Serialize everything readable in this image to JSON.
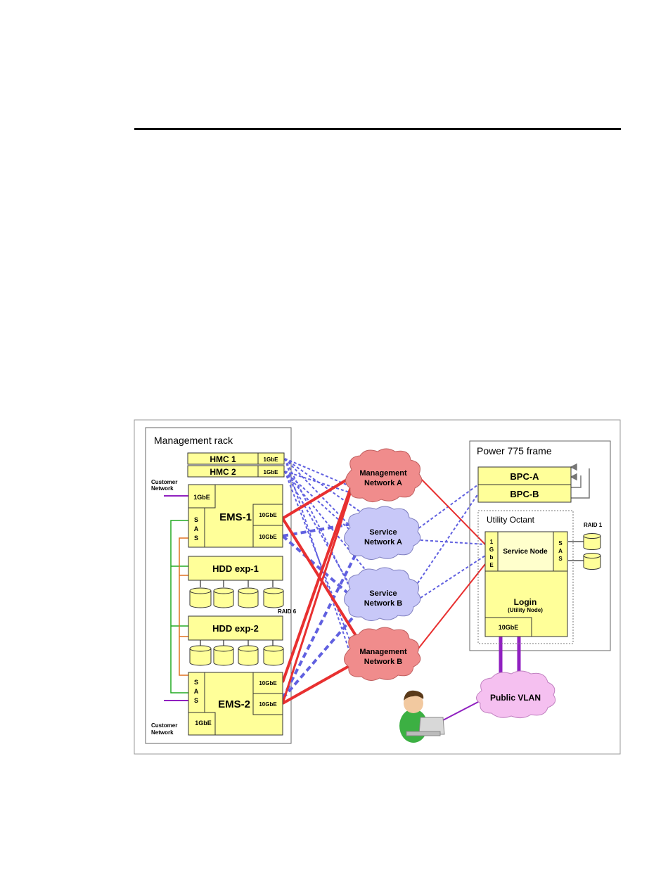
{
  "labels": {
    "management_rack": "Management rack",
    "power_frame": "Power 775 frame",
    "hmc1": "HMC 1",
    "hmc2": "HMC 2",
    "gbe1": "1GbE",
    "gbe10": "10GbE",
    "ems1": "EMS-1",
    "ems2": "EMS-2",
    "sas": "S A S",
    "sas_short": "SAS",
    "hdd1": "HDD exp-1",
    "hdd2": "HDD exp-2",
    "raid6": "RAID 6",
    "raid1": "RAID 1",
    "customer_network_1": "Customer",
    "customer_network_2": "Network",
    "bpc_a": "BPC-A",
    "bpc_b": "BPC-B",
    "utility_octant": "Utility Octant",
    "service_node": "Service Node",
    "vertical_gbe": "1 G b E",
    "login": "Login",
    "utility_node": "(Utility Node)"
  },
  "clouds": {
    "mgmt_a_line1": "Management",
    "mgmt_a_line2": "Network A",
    "svc_a_line1": "Service",
    "svc_a_line2": "Network A",
    "svc_b_line1": "Service",
    "svc_b_line2": "Network B",
    "mgmt_b_line1": "Management",
    "mgmt_b_line2": "Network B",
    "public_vlan": "Public VLAN"
  },
  "colors": {
    "box_fill": "#ffff99",
    "management_network": "#f08c8c",
    "service_network": "#c8c8f8",
    "public_vlan": "#f5c0f0",
    "management_link": "#e83030",
    "service_link": "#6060e0",
    "vlan_link": "#9020c0",
    "sas_link_green": "#22aa22",
    "sas_link_orange": "#e07020"
  }
}
